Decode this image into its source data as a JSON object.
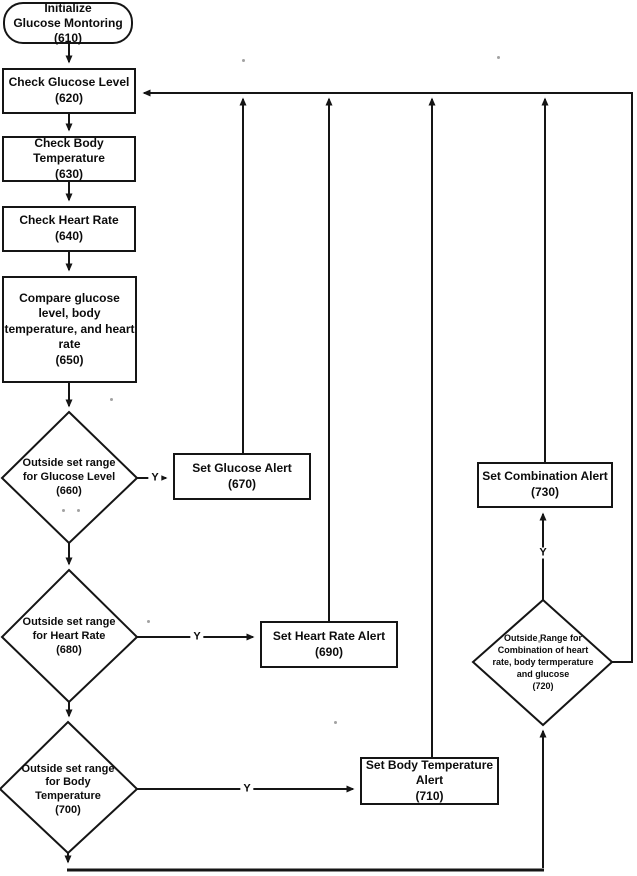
{
  "figure": {
    "type": "flowchart",
    "background_color": "#ffffff",
    "ink_color": "#151515"
  },
  "nodes": {
    "n610": "Initialize\nGlucose Montoring\n(610)",
    "n620": "Check Glucose Level\n(620)",
    "n630": "Check Body\nTemperature\n(630)",
    "n640": "Check Heart Rate\n(640)",
    "n650": "Compare glucose\nlevel, body\ntemperature, and heart\nrate\n(650)",
    "n660": "Outside set range\nfor Glucose Level\n(660)",
    "n670": "Set Glucose Alert\n(670)",
    "n680": "Outside set range\nfor  Heart Rate\n(680)",
    "n690": "Set Heart Rate Alert\n(690)",
    "n700": "Outside set range\nfor  Body\nTemperature\n(700)",
    "n710": "Set Body Temperature\nAlert\n(710)",
    "n720": "Outside Range for\nCombination of heart\nrate, body termperature\nand glucose\n(720)",
    "n730": "Set Combination Alert\n(730)"
  },
  "edge_labels": {
    "e660_yes": "Y",
    "e680_yes": "Y",
    "e700_yes": "Y",
    "e720_yes": "Y"
  }
}
